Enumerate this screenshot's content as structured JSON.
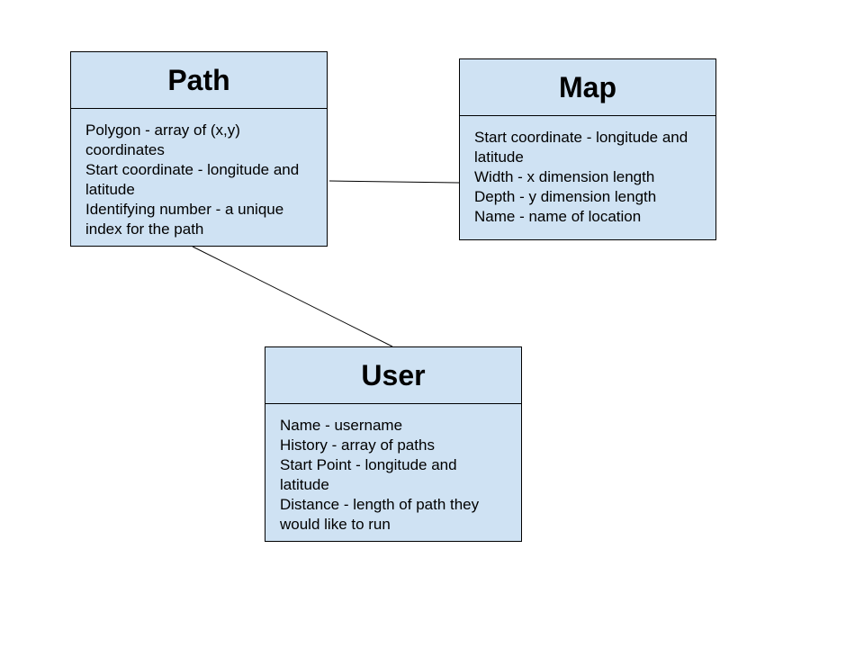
{
  "entities": {
    "path": {
      "title": "Path",
      "attributes": [
        "Polygon - array of (x,y) coordinates",
        "Start coordinate - longitude and latitude",
        "Identifying number - a unique index for the path"
      ]
    },
    "map": {
      "title": "Map",
      "attributes": [
        "Start coordinate - longitude and latitude",
        "Width - x dimension length",
        "Depth - y dimension length",
        "Name - name of location"
      ]
    },
    "user": {
      "title": "User",
      "attributes": [
        "Name - username",
        "History - array of paths",
        "Start Point - longitude and latitude",
        "Distance - length of path they would like to run"
      ]
    }
  },
  "relationships": [
    {
      "from": "Path",
      "to": "Map"
    },
    {
      "from": "Path",
      "to": "User"
    }
  ]
}
